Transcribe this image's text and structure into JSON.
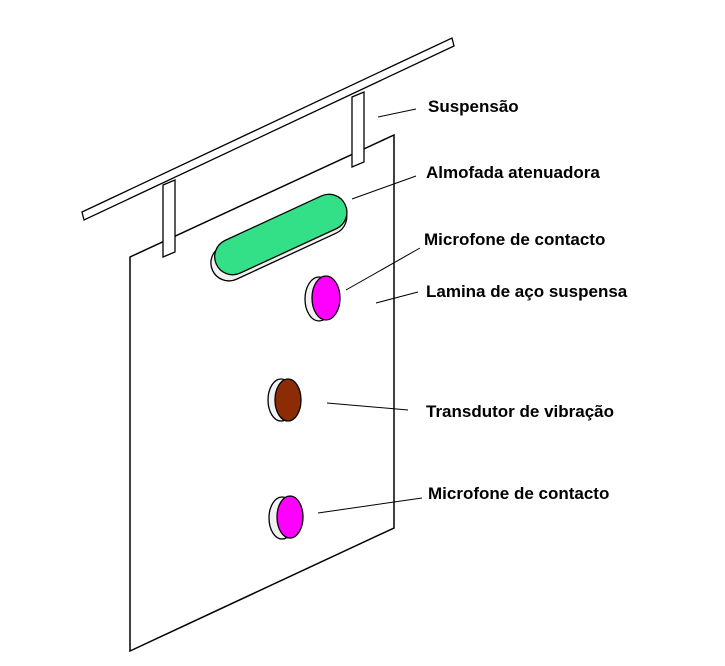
{
  "labels": {
    "suspensao": "Suspensão",
    "almofada": "Almofada atenuadora",
    "microfone_top": "Microfone de contacto",
    "lamina": "Lamina de aço suspensa",
    "transdutor": "Transdutor de vibração",
    "microfone_bottom": "Microfone de contacto"
  },
  "colors": {
    "outline": "#000000",
    "plate": "#ffffff",
    "pad": "#33e088",
    "microphone": "#ff00ff",
    "transducer": "#8b2c05",
    "rim": "#f2f2f2"
  }
}
